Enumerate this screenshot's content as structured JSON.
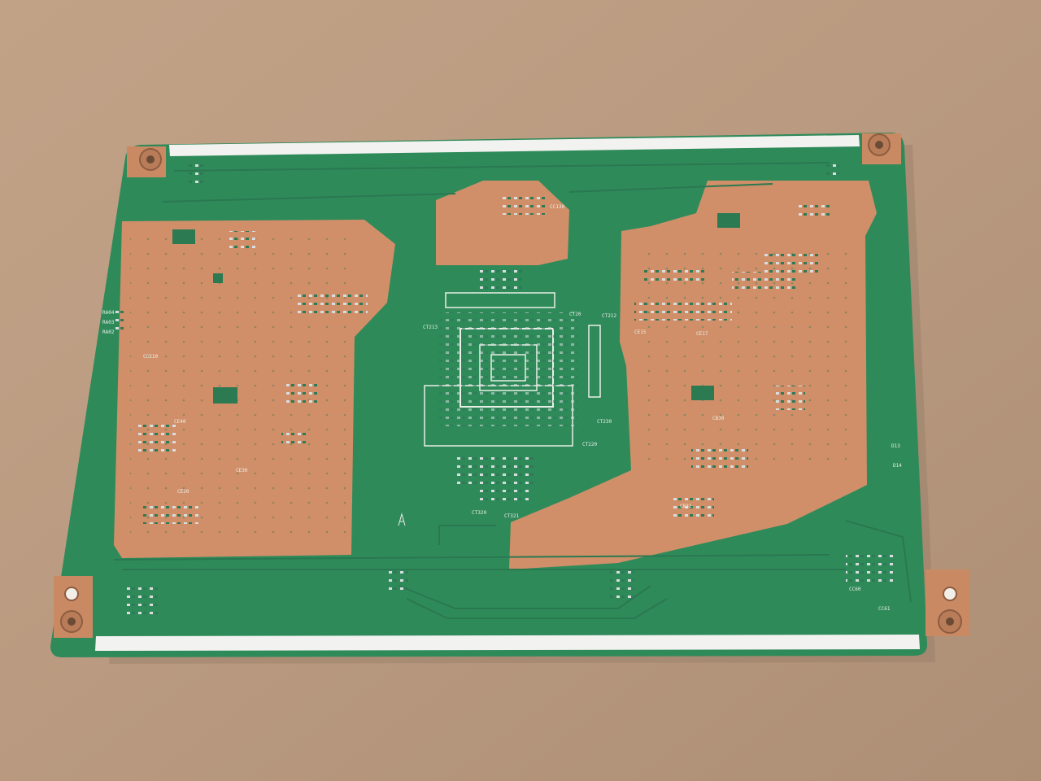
{
  "scene": {
    "subject": "pcb-board-photo",
    "colors": {
      "background": "#b79a80",
      "board": "#2f8a5a",
      "copper": "#d08f69",
      "silkscreen": "#e9efe6",
      "white_strip": "#f2f2f0"
    },
    "labels": {
      "left_top": [
        "RA04",
        "RA03",
        "RA02"
      ],
      "left_mid": [
        "CG510",
        "CE40",
        "CE20",
        "CE30"
      ],
      "center_top": [
        "CC130",
        "CT213",
        "CT20",
        "CT212"
      ],
      "center_bottom": [
        "CT320",
        "CT321",
        "CT220",
        "CT230"
      ],
      "right": [
        "CE15",
        "CE17",
        "CB30",
        "CB31"
      ],
      "right_bottom": [
        "D13",
        "D14",
        "CC60",
        "CC61"
      ]
    }
  }
}
